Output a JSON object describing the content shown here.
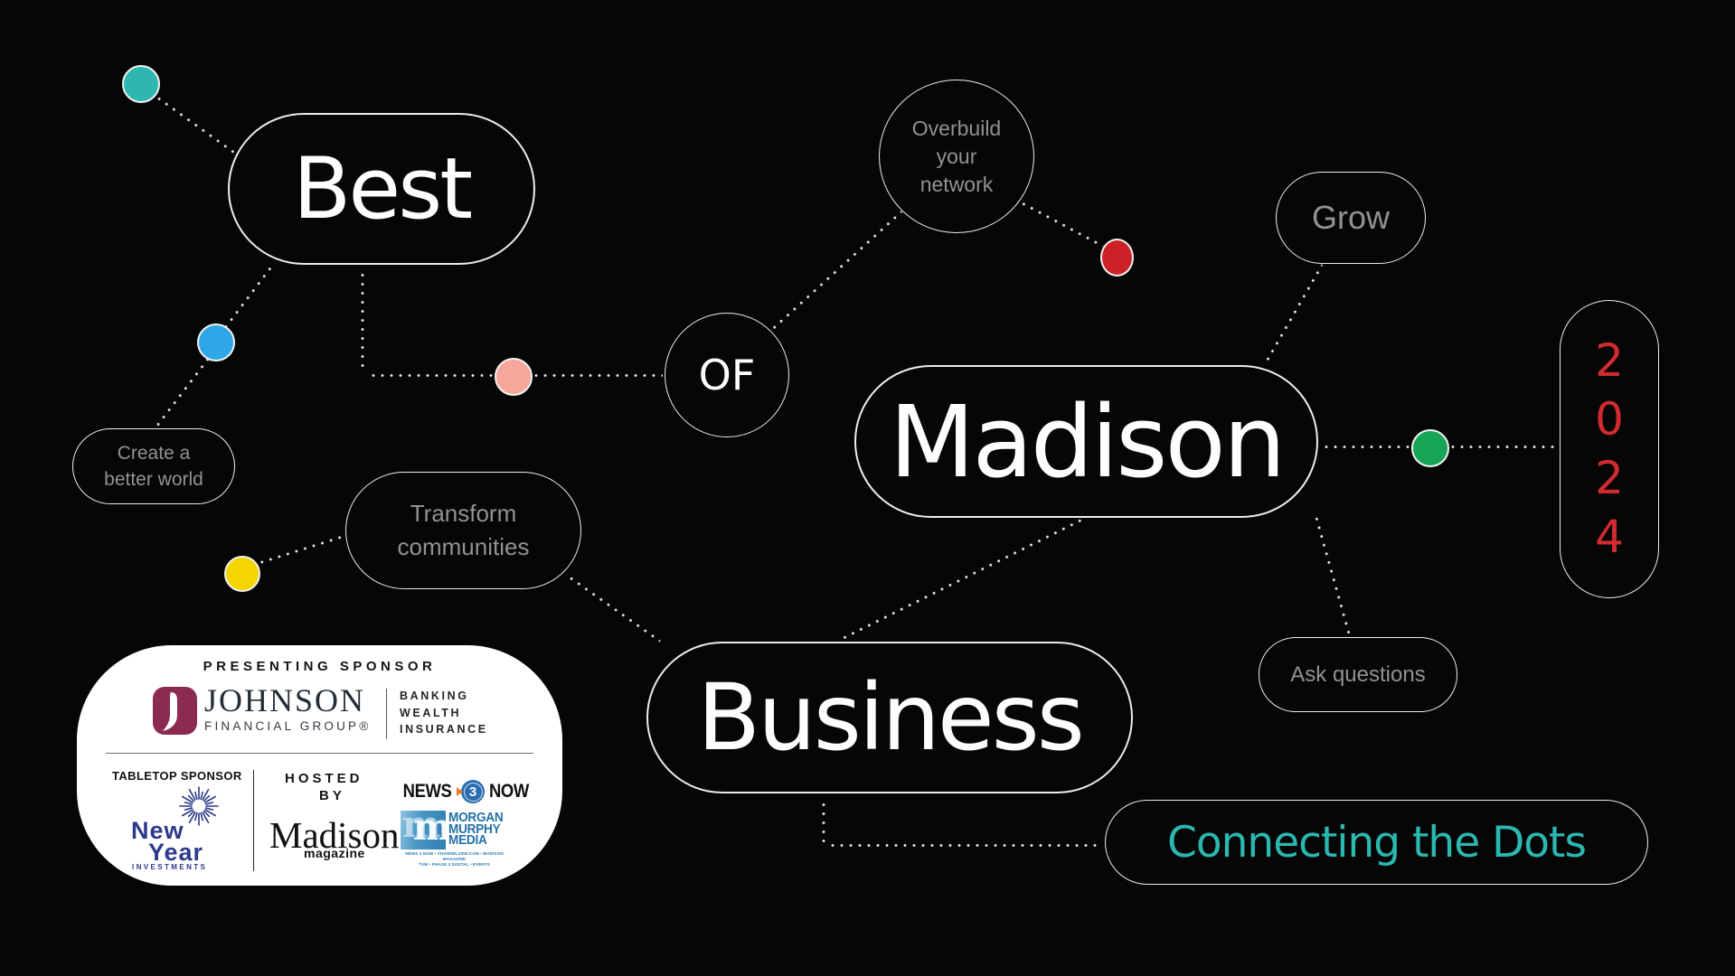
{
  "title": "Best of Madison Business 2024",
  "nodes": {
    "best": "Best",
    "of": "OF",
    "madison": "Madison",
    "business": "Business",
    "grow": "Grow",
    "ask": "Ask questions",
    "tagline": "Connecting the Dots",
    "year_digits": [
      "2",
      "0",
      "2",
      "4"
    ],
    "overbuild_lines": [
      "Overbuild",
      "your",
      "network"
    ],
    "create_lines": [
      "Create a",
      "better world"
    ],
    "transform_lines": [
      "Transform",
      "communities"
    ]
  },
  "colors": {
    "background": "#060606",
    "outline_white": "#ececec",
    "accent_teal_text": "#2bb8b1",
    "year_red_text": "#d22b2f",
    "label_gray": "#929292",
    "dot_teal": "#2eb6b2",
    "dot_blue": "#2ea7e8",
    "dot_salmon": "#f6a69b",
    "dot_yellow": "#f4d500",
    "dot_red": "#ce2127",
    "dot_green": "#17a557",
    "jfg_maroon": "#8b2b51",
    "new_year_navy": "#2d3a8c",
    "news3_blue": "#2a6db0",
    "news3_orange": "#f47b20",
    "morgan_blue": "#2471a8"
  },
  "sponsor": {
    "presenting_label": "PRESENTING SPONSOR",
    "jfg": {
      "name": "JOHNSON",
      "sub": "FINANCIAL GROUP®",
      "services": [
        "BANKING",
        "WEALTH",
        "INSURANCE"
      ]
    },
    "tabletop_label": "TABLETOP SPONSOR",
    "new_year": {
      "line1": "New",
      "line2": "Year",
      "line3": "INVESTMENTS"
    },
    "hosted_line1": "HOSTED",
    "hosted_line2": "BY",
    "madison_magazine": {
      "name": "Madison",
      "sub": "magazine"
    },
    "news3now": {
      "left": "NEWS",
      "digit": "3",
      "right": "NOW"
    },
    "morgan_murphy": {
      "line1": "MORGAN",
      "line2": "MURPHY",
      "line3": "MEDIA",
      "tiny1": "NEWS 3 NOW • CHANNEL3000.COM • MADISON MAGAZINE",
      "tiny2": "TVW • PHASE 3 DIGITAL • EVENTS"
    }
  }
}
